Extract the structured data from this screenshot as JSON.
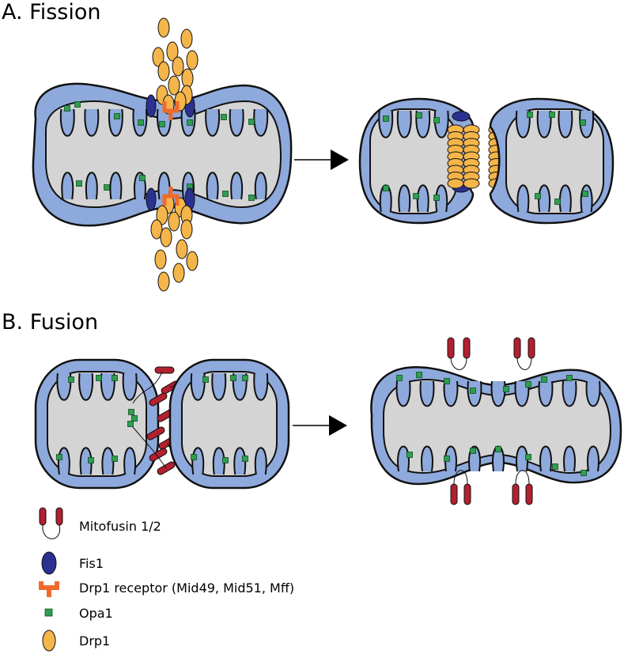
{
  "sections": {
    "fission": {
      "label": "A. Fission"
    },
    "fusion": {
      "label": "B. Fusion"
    }
  },
  "legend": [
    {
      "key": "mitofusin",
      "label": "Mitofusin 1/2",
      "icon": "mitofusin-icon"
    },
    {
      "key": "fis1",
      "label": "Fis1",
      "icon": "fis1-icon"
    },
    {
      "key": "drp1-receptor",
      "label": "Drp1 receptor (Mid49, Mid51, Mff)",
      "icon": "drp1-receptor-icon"
    },
    {
      "key": "opa1",
      "label": "Opa1",
      "icon": "opa1-icon"
    },
    {
      "key": "drp1",
      "label": "Drp1",
      "icon": "drp1-icon"
    }
  ],
  "colors": {
    "outer_membrane": "#8ea9dc",
    "matrix": "#d4d4d4",
    "outline": "#111111",
    "opa1": "#2e9e4f",
    "fis1": "#2b3190",
    "drp1": "#f4b54a",
    "drp1_receptor": "#ef6a2a",
    "mitofusin": "#b3202f"
  }
}
